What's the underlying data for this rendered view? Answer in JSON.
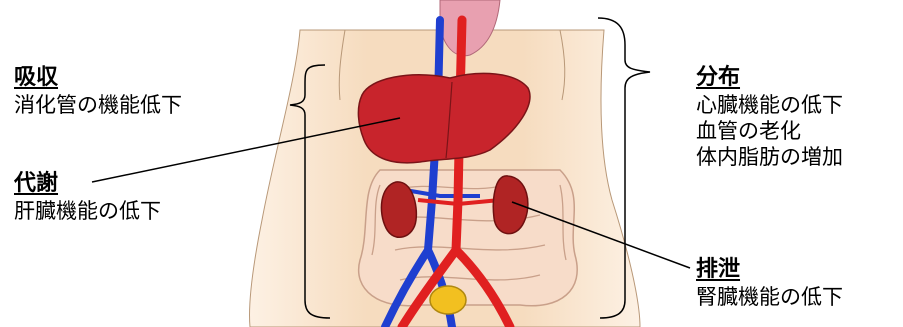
{
  "labels": {
    "absorption": {
      "title": "吸収",
      "lines": [
        "消化管の機能低下"
      ]
    },
    "metabolism": {
      "title": "代謝",
      "lines": [
        "肝臓機能の低下"
      ]
    },
    "distribution": {
      "title": "分布",
      "lines": [
        "心臓機能の低下",
        "血管の老化",
        "体内脂肪の増加"
      ]
    },
    "excretion": {
      "title": "排泄",
      "lines": [
        "腎臓機能の低下"
      ]
    }
  },
  "colors": {
    "skin": "#f8e2c8",
    "liver": "#c8242c",
    "kidney": "#b02424",
    "artery": "#e02020",
    "vein": "#1f3fd0",
    "intestine": "#f5d8c4",
    "bladder": "#f2c020",
    "stomach_top": "#e8a0b0"
  }
}
